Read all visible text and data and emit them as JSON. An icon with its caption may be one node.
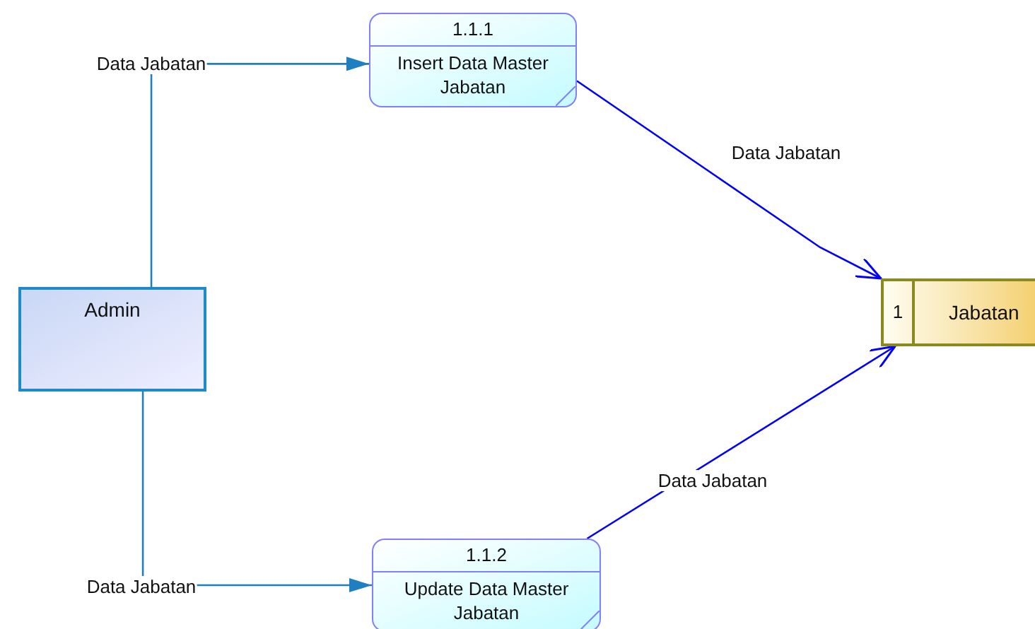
{
  "diagram": {
    "nodes": [
      {
        "text": [
          "Admin"
        ]
      },
      {
        "text": [
          "1.1.1",
          "Insert Data Master Jabatan"
        ]
      },
      {
        "text": [
          "1.1.2",
          "Update Data Master Jabatan"
        ]
      },
      {
        "text": [
          "1",
          "Jabatan"
        ]
      }
    ],
    "edges": [
      {
        "from": 0,
        "to": 1,
        "arrow": "to",
        "label": "Data Jabatan",
        "color": "#1f7fc0"
      },
      {
        "from": 0,
        "to": 2,
        "arrow": "to",
        "label": "Data Jabatan",
        "color": "#1f7fc0"
      },
      {
        "from": 1,
        "to": 3,
        "arrow": "to",
        "label": "Data Jabatan",
        "color": "#0000ff"
      },
      {
        "from": 2,
        "to": 3,
        "arrow": "to",
        "label": "Data Jabatan",
        "color": "#0000ff"
      }
    ]
  }
}
